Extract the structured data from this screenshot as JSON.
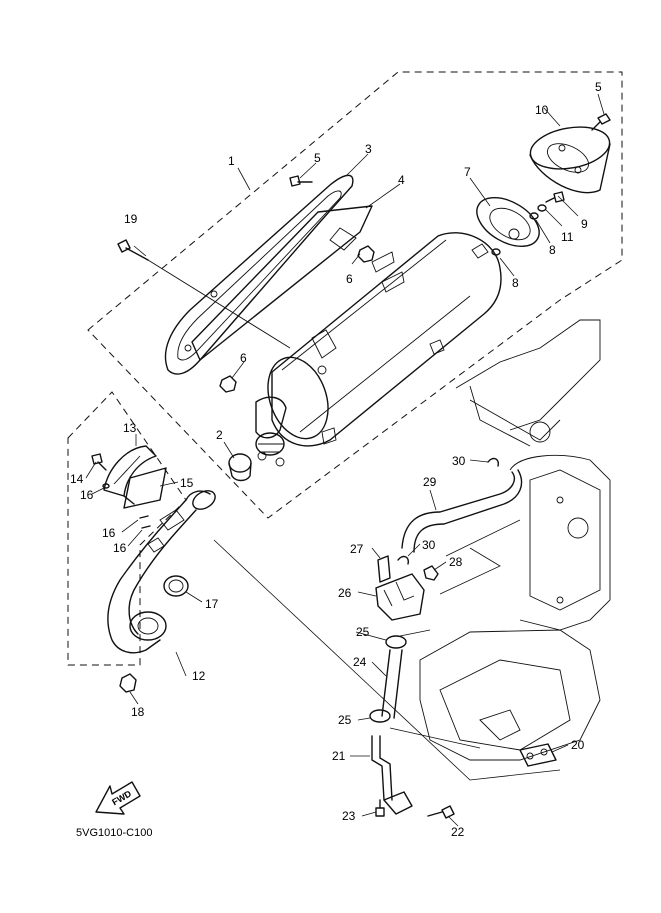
{
  "diagram_code": "5VG1010-C100",
  "fwd_label": "FWD",
  "callouts": {
    "c1": "1",
    "c2": "2",
    "c3": "3",
    "c4": "4",
    "c5a": "5",
    "c5b": "5",
    "c6a": "6",
    "c6b": "6",
    "c7": "7",
    "c8a": "8",
    "c8b": "8",
    "c9": "9",
    "c10": "10",
    "c11": "11",
    "c12": "12",
    "c13": "13",
    "c14": "14",
    "c15": "15",
    "c16a": "16",
    "c16b": "16",
    "c16c": "16",
    "c17": "17",
    "c18": "18",
    "c19": "19",
    "c20": "20",
    "c21": "21",
    "c22": "22",
    "c23": "23",
    "c24": "24",
    "c25a": "25",
    "c25b": "25",
    "c26": "26",
    "c27": "27",
    "c28": "28",
    "c29": "29",
    "c30a": "30",
    "c30b": "30"
  }
}
